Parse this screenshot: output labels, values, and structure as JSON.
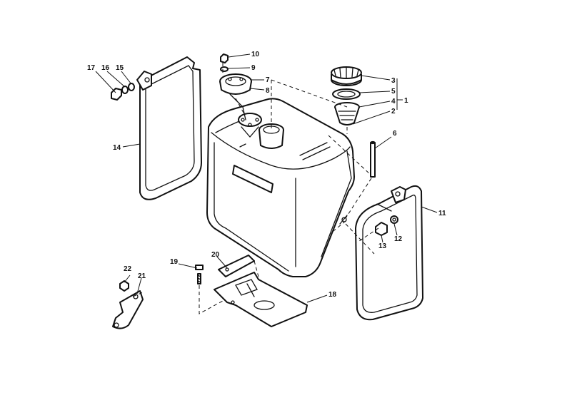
{
  "callouts": {
    "p1": "1",
    "p2": "2",
    "p3": "3",
    "p4": "4",
    "p5": "5",
    "p6": "6",
    "p7": "7",
    "p8": "8",
    "p9": "9",
    "p10": "10",
    "p11": "11",
    "p12": "12",
    "p13": "13",
    "p14": "14",
    "p15": "15",
    "p16": "16",
    "p17": "17",
    "p18": "18",
    "p19": "19",
    "p20": "20",
    "p21": "21",
    "p22": "22"
  }
}
